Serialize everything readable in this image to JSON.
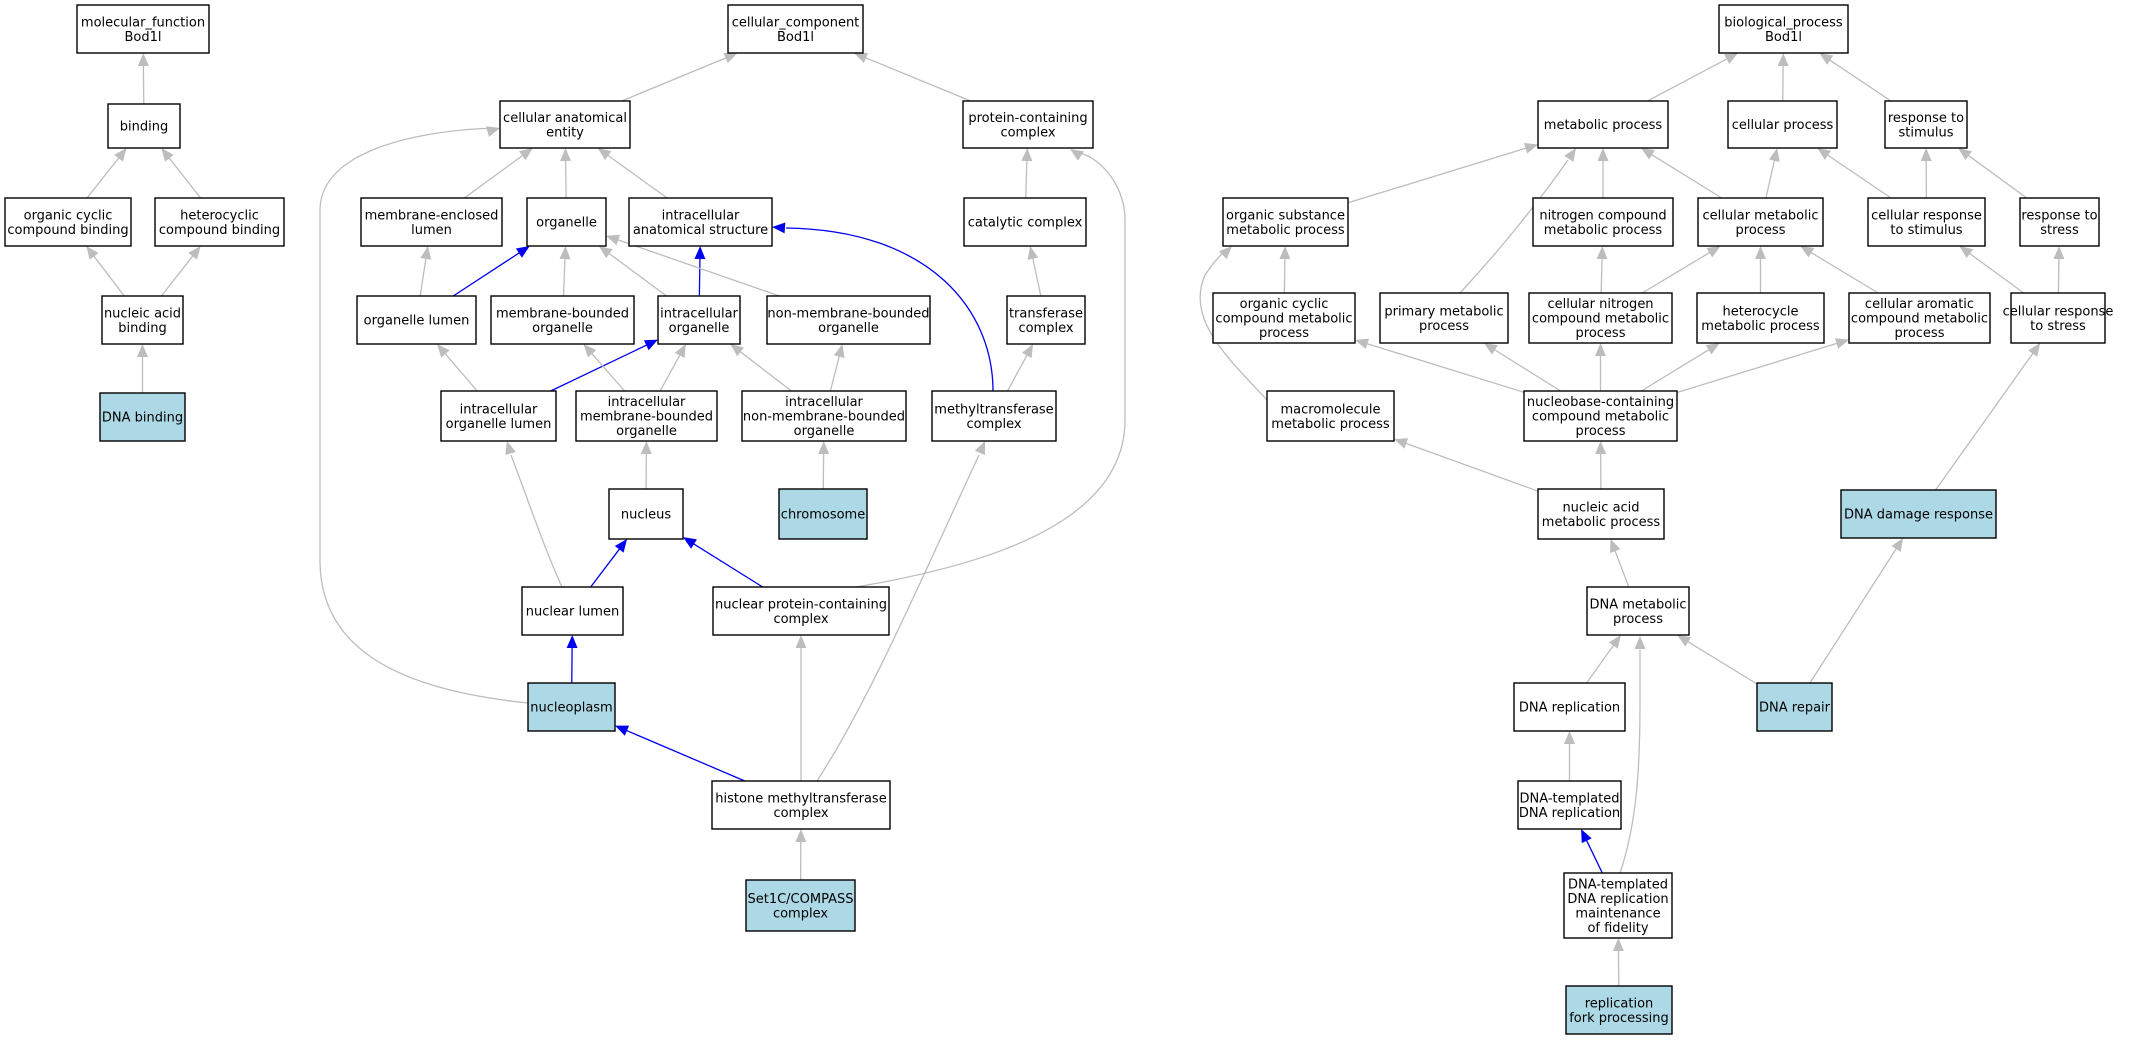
{
  "colors": {
    "highlight_fill": "#add8e6",
    "default_fill": "#ffffff",
    "edge_gray": "#bdbdbd",
    "edge_blue": "#0000ee"
  },
  "nodes": {
    "mf_root": [
      "molecular_function",
      "Bod1l"
    ],
    "binding": [
      "binding"
    ],
    "org_cyc_binding": [
      "organic cyclic",
      "compound binding"
    ],
    "het_binding": [
      "heterocyclic",
      "compound binding"
    ],
    "na_binding": [
      "nucleic acid",
      "binding"
    ],
    "dna_binding": [
      "DNA binding"
    ],
    "cc_root": [
      "cellular_component",
      "Bod1l"
    ],
    "cae": [
      "cellular anatomical",
      "entity"
    ],
    "pcc": [
      "protein-containing",
      "complex"
    ],
    "mel": [
      "membrane-enclosed",
      "lumen"
    ],
    "organelle": [
      "organelle"
    ],
    "ias": [
      "intracellular",
      "anatomical structure"
    ],
    "catcx": [
      "catalytic complex"
    ],
    "org_lumen": [
      "organelle lumen"
    ],
    "mbo": [
      "membrane-bounded",
      "organelle"
    ],
    "io": [
      "intracellular",
      "organelle"
    ],
    "nmbo": [
      "non-membrane-bounded",
      "organelle"
    ],
    "trcx": [
      "transferase",
      "complex"
    ],
    "iol": [
      "intracellular",
      "organelle lumen"
    ],
    "imbo": [
      "intracellular",
      "membrane-bounded",
      "organelle"
    ],
    "inmbo": [
      "intracellular",
      "non-membrane-bounded",
      "organelle"
    ],
    "mtcx": [
      "methyltransferase",
      "complex"
    ],
    "nucleus": [
      "nucleus"
    ],
    "chromosome": [
      "chromosome"
    ],
    "nuc_lumen": [
      "nuclear lumen"
    ],
    "npcc": [
      "nuclear protein-containing",
      "complex"
    ],
    "nucleoplasm": [
      "nucleoplasm"
    ],
    "hmtcx": [
      "histone methyltransferase",
      "complex"
    ],
    "set1c": [
      "Set1C/COMPASS",
      "complex"
    ],
    "bp_root": [
      "biological_process",
      "Bod1l"
    ],
    "metproc": [
      "metabolic process"
    ],
    "cellproc": [
      "cellular process"
    ],
    "resp_stim": [
      "response to",
      "stimulus"
    ],
    "osmp": [
      "organic substance",
      "metabolic process"
    ],
    "ncmp": [
      "nitrogen compound",
      "metabolic process"
    ],
    "cmp": [
      "cellular metabolic",
      "process"
    ],
    "crs": [
      "cellular response",
      "to stimulus"
    ],
    "resp_stress": [
      "response to",
      "stress"
    ],
    "occmp": [
      "organic cyclic",
      "compound metabolic",
      "process"
    ],
    "pmp": [
      "primary metabolic",
      "process"
    ],
    "cncmp": [
      "cellular nitrogen",
      "compound metabolic",
      "process"
    ],
    "hmp": [
      "heterocycle",
      "metabolic process"
    ],
    "cacmp": [
      "cellular aromatic",
      "compound metabolic",
      "process"
    ],
    "cr_stress": [
      "cellular response",
      "to stress"
    ],
    "mmp": [
      "macromolecule",
      "metabolic process"
    ],
    "nbcmp": [
      "nucleobase-containing",
      "compound metabolic",
      "process"
    ],
    "namp": [
      "nucleic acid",
      "metabolic process"
    ],
    "ddr": [
      "DNA damage response"
    ],
    "dnamp": [
      "DNA metabolic",
      "process"
    ],
    "dnarep": [
      "DNA replication"
    ],
    "dnarepair": [
      "DNA repair"
    ],
    "dtdr": [
      "DNA-templated",
      "DNA replication"
    ],
    "dtdrm": [
      "DNA-templated",
      "DNA replication",
      "maintenance",
      "of fidelity"
    ],
    "rfp": [
      "replication",
      "fork processing"
    ]
  },
  "highlighted": [
    "dna_binding",
    "chromosome",
    "nucleoplasm",
    "set1c",
    "ddr",
    "dnarepair",
    "rfp"
  ],
  "edges": [
    [
      "binding",
      "mf_root",
      "gray"
    ],
    [
      "org_cyc_binding",
      "binding",
      "gray"
    ],
    [
      "het_binding",
      "binding",
      "gray"
    ],
    [
      "na_binding",
      "org_cyc_binding",
      "gray"
    ],
    [
      "na_binding",
      "het_binding",
      "gray"
    ],
    [
      "dna_binding",
      "na_binding",
      "gray"
    ],
    [
      "cae",
      "cc_root",
      "gray"
    ],
    [
      "pcc",
      "cc_root",
      "gray"
    ],
    [
      "mel",
      "cae",
      "gray"
    ],
    [
      "organelle",
      "cae",
      "gray"
    ],
    [
      "ias",
      "cae",
      "gray"
    ],
    [
      "catcx",
      "pcc",
      "gray"
    ],
    [
      "org_lumen",
      "mel",
      "gray"
    ],
    [
      "org_lumen",
      "organelle",
      "blue"
    ],
    [
      "mbo",
      "organelle",
      "gray"
    ],
    [
      "io",
      "ias",
      "blue"
    ],
    [
      "io",
      "organelle",
      "gray"
    ],
    [
      "nmbo",
      "organelle",
      "gray"
    ],
    [
      "trcx",
      "catcx",
      "gray"
    ],
    [
      "iol",
      "org_lumen",
      "gray"
    ],
    [
      "iol",
      "io",
      "blue"
    ],
    [
      "imbo",
      "mbo",
      "gray"
    ],
    [
      "imbo",
      "io",
      "gray"
    ],
    [
      "inmbo",
      "io",
      "gray"
    ],
    [
      "inmbo",
      "nmbo",
      "gray"
    ],
    [
      "mtcx",
      "trcx",
      "gray"
    ],
    [
      "mtcx",
      "ias",
      "blue"
    ],
    [
      "nucleus",
      "imbo",
      "gray"
    ],
    [
      "chromosome",
      "inmbo",
      "gray"
    ],
    [
      "nuc_lumen",
      "iol",
      "gray"
    ],
    [
      "nuc_lumen",
      "nucleus",
      "blue"
    ],
    [
      "npcc",
      "nucleus",
      "blue"
    ],
    [
      "npcc",
      "pcc",
      "gray"
    ],
    [
      "nucleoplasm",
      "nuc_lumen",
      "blue"
    ],
    [
      "nucleoplasm",
      "cae",
      "gray"
    ],
    [
      "hmtcx",
      "nucleoplasm",
      "blue"
    ],
    [
      "hmtcx",
      "npcc",
      "gray"
    ],
    [
      "hmtcx",
      "mtcx",
      "gray"
    ],
    [
      "set1c",
      "hmtcx",
      "gray"
    ],
    [
      "metproc",
      "bp_root",
      "gray"
    ],
    [
      "cellproc",
      "bp_root",
      "gray"
    ],
    [
      "resp_stim",
      "bp_root",
      "gray"
    ],
    [
      "osmp",
      "metproc",
      "gray"
    ],
    [
      "ncmp",
      "metproc",
      "gray"
    ],
    [
      "cmp",
      "metproc",
      "gray"
    ],
    [
      "cmp",
      "cellproc",
      "gray"
    ],
    [
      "crs",
      "cellproc",
      "gray"
    ],
    [
      "crs",
      "resp_stim",
      "gray"
    ],
    [
      "resp_stress",
      "resp_stim",
      "gray"
    ],
    [
      "occmp",
      "osmp",
      "gray"
    ],
    [
      "pmp",
      "metproc",
      "gray"
    ],
    [
      "cncmp",
      "ncmp",
      "gray"
    ],
    [
      "cncmp",
      "cmp",
      "gray"
    ],
    [
      "hmp",
      "cmp",
      "gray"
    ],
    [
      "cacmp",
      "cmp",
      "gray"
    ],
    [
      "cr_stress",
      "crs",
      "gray"
    ],
    [
      "cr_stress",
      "resp_stress",
      "gray"
    ],
    [
      "mmp",
      "osmp",
      "gray"
    ],
    [
      "nbcmp",
      "occmp",
      "gray"
    ],
    [
      "nbcmp",
      "pmp",
      "gray"
    ],
    [
      "nbcmp",
      "cncmp",
      "gray"
    ],
    [
      "nbcmp",
      "hmp",
      "gray"
    ],
    [
      "nbcmp",
      "cacmp",
      "gray"
    ],
    [
      "namp",
      "nbcmp",
      "gray"
    ],
    [
      "namp",
      "mmp",
      "gray"
    ],
    [
      "ddr",
      "cr_stress",
      "gray"
    ],
    [
      "dnamp",
      "namp",
      "gray"
    ],
    [
      "dnarep",
      "dnamp",
      "gray"
    ],
    [
      "dnarepair",
      "dnamp",
      "gray"
    ],
    [
      "dnarepair",
      "ddr",
      "gray"
    ],
    [
      "dtdr",
      "dnarep",
      "gray"
    ],
    [
      "dtdrm",
      "dtdr",
      "blue"
    ],
    [
      "dtdrm",
      "dnamp",
      "gray"
    ],
    [
      "rfp",
      "dtdrm",
      "gray"
    ]
  ]
}
